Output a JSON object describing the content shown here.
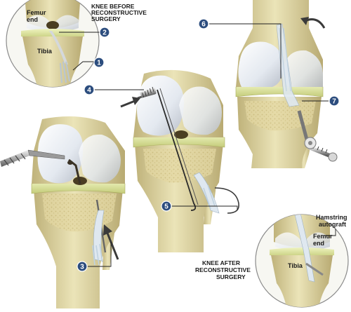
{
  "captions": {
    "before_line1": "KNEE BEFORE",
    "before_line2": "RECONSTRUCTIVE",
    "before_line3": "SURGERY",
    "after_line1": "KNEE AFTER",
    "after_line2": "RECONSTRUCTIVE",
    "after_line3": "SURGERY"
  },
  "inset_before": {
    "femur_line1": "Femur",
    "femur_line2": "end",
    "tibia": "Tibia"
  },
  "inset_after": {
    "femur_line1": "Femur",
    "femur_line2": "end",
    "tibia": "Tibia"
  },
  "hamstring": {
    "line1": "Hamstring",
    "line2": "autograft"
  },
  "callouts": [
    "1",
    "2",
    "3",
    "4",
    "5",
    "6",
    "7"
  ],
  "colors": {
    "bone": "#e6dfb0",
    "bone_shadow": "#bfb27a",
    "cartilage": "#e9eef5",
    "meniscus": "#dce5a0",
    "callout_fill": "#2c4d7e",
    "leader": "#202020"
  }
}
